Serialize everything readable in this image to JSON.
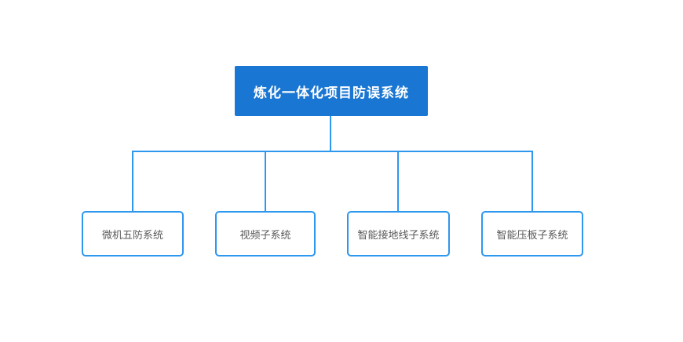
{
  "diagram": {
    "type": "org-tree",
    "root": {
      "label": "炼化一体化项目防误系统"
    },
    "children": [
      {
        "label": "微机五防系统"
      },
      {
        "label": "视频子系统"
      },
      {
        "label": "智能接地线子系统"
      },
      {
        "label": "智能压板子系统"
      }
    ]
  },
  "colors": {
    "background": "#ffffff",
    "root_fill": "#1976d2",
    "root_text": "#ffffff",
    "connector": "#2e97ee",
    "child_fill": "#ffffff",
    "child_border": "#2e97ee",
    "child_text": "#595959"
  }
}
